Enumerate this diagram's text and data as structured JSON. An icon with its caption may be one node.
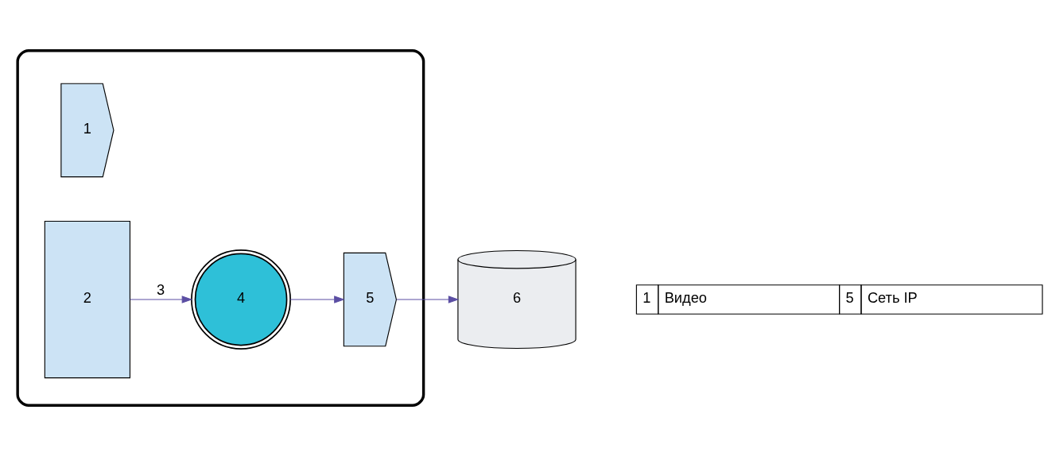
{
  "diagram": {
    "nodes": [
      {
        "text": [],
        "shape": "box"
      },
      {
        "text": [
          "1"
        ],
        "in": 0
      },
      {
        "text": [
          "2"
        ],
        "in": 0
      },
      {
        "text": [
          "4"
        ],
        "in": 0
      },
      {
        "text": [
          "5"
        ],
        "in": 0
      },
      {
        "text": [
          "6"
        ]
      }
    ],
    "edges": [
      {
        "from": 2,
        "to": 3,
        "arrow": "to",
        "label": "3"
      },
      {
        "from": 3,
        "to": 4,
        "arrow": "to"
      },
      {
        "from": 4,
        "to": 5,
        "arrow": "to"
      }
    ],
    "labels": [
      "1",
      "Видео",
      "5",
      "Сеть IP"
    ]
  }
}
